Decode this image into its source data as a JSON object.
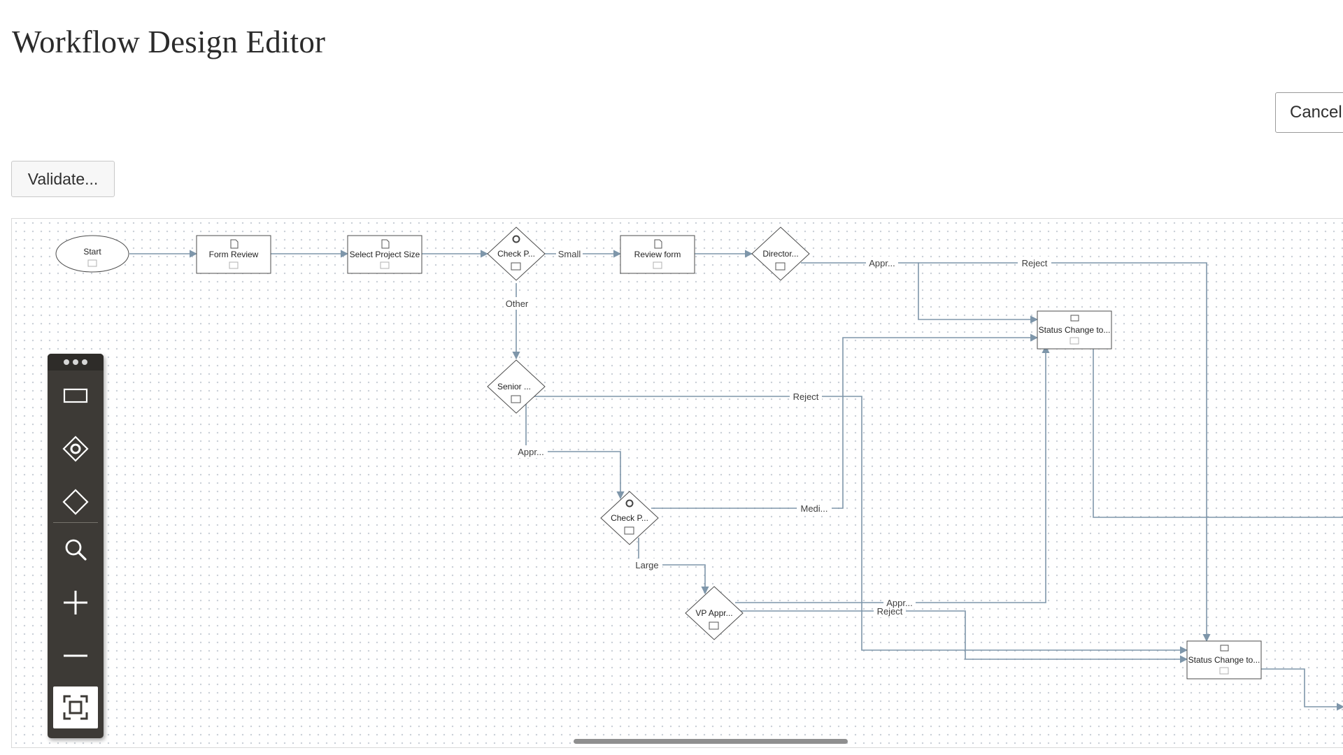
{
  "page": {
    "title": "Workflow Design Editor"
  },
  "actions": {
    "cancel_label": "Cancel",
    "validate_label": "Validate..."
  },
  "diagram": {
    "nodes": {
      "start": "Start",
      "form_review": "Form Review",
      "select_project_size": "Select Project Size",
      "check_p_1": "Check P...",
      "review_form": "Review form",
      "director": "Director...",
      "senior": "Senior ...",
      "check_p_2": "Check P...",
      "vp_approval": "VP Appr...",
      "status_change_1": "Status Change to...",
      "status_change_2": "Status Change to..."
    },
    "edges": {
      "small": "Small",
      "other": "Other",
      "director_approve": "Appr...",
      "director_reject": "Reject",
      "senior_reject": "Reject",
      "senior_approve": "Appr...",
      "medium": "Medi...",
      "large": "Large",
      "vp_approve": "Appr...",
      "vp_reject": "Reject"
    }
  },
  "palette": {
    "tools": [
      {
        "icon": "rectangle-icon"
      },
      {
        "icon": "gear-diamond-icon"
      },
      {
        "icon": "diamond-icon"
      },
      {
        "icon": "search-icon"
      },
      {
        "icon": "zoom-in-icon"
      },
      {
        "icon": "zoom-out-icon"
      },
      {
        "icon": "fit-to-screen-icon"
      }
    ]
  },
  "colors": {
    "edge": "#7e96aa",
    "node_border": "#4b4b4b",
    "palette_bg": "#3d3a36",
    "title": "#2b2b2b"
  }
}
